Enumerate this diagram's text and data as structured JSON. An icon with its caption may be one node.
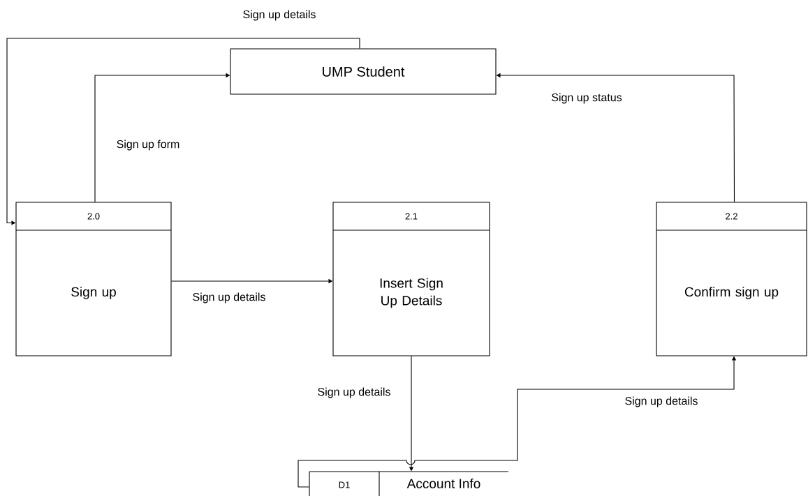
{
  "diagram": {
    "nodes": [
      {
        "text": [
          "UMP Student"
        ]
      },
      {
        "text": [
          "2.0",
          "Sign up"
        ]
      },
      {
        "text": [
          "2.1",
          "Insert Sign Up Details"
        ]
      },
      {
        "text": [
          "2.2",
          "Confirm sign up"
        ]
      },
      {
        "text": [
          "D1",
          "Account Info"
        ]
      }
    ],
    "edges": [
      {
        "from": 0,
        "to": 1,
        "arrow": "to",
        "label": "Sign up details"
      },
      {
        "from": 1,
        "to": 0,
        "arrow": "to",
        "label": "Sign up form"
      },
      {
        "from": 1,
        "to": 2,
        "arrow": "to",
        "label": "Sign up details"
      },
      {
        "from": 2,
        "to": 4,
        "arrow": "to",
        "label": "Sign up details"
      },
      {
        "from": 4,
        "to": 3,
        "arrow": "to",
        "label": "Sign up details"
      },
      {
        "from": 3,
        "to": 0,
        "arrow": "to",
        "label": "Sign up status"
      }
    ]
  }
}
